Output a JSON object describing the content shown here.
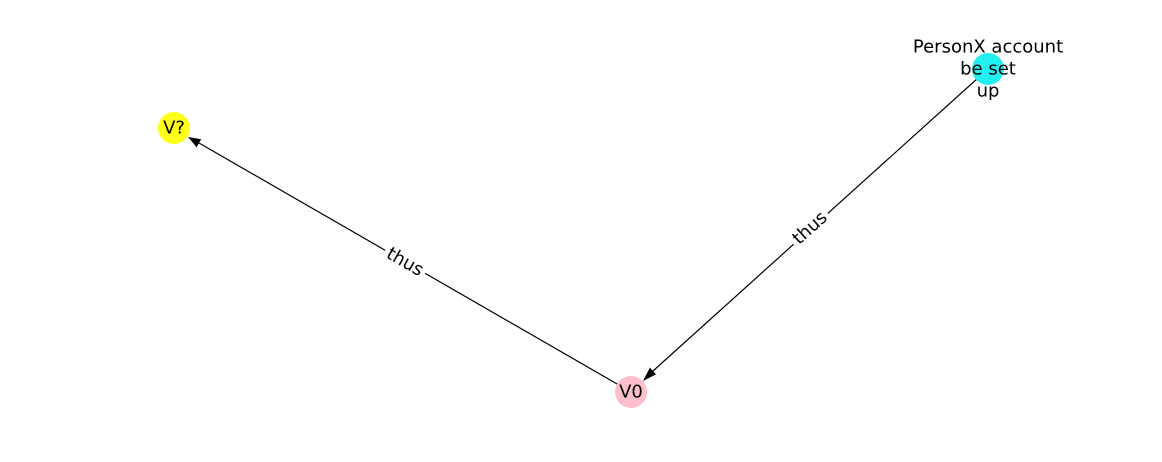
{
  "nodes": {
    "personx": {
      "lines": [
        "PersonX account",
        "be set",
        "up"
      ],
      "color": "#22f0f0"
    },
    "v0": {
      "label": "V0",
      "color": "#ffc0cb"
    },
    "vq": {
      "label": "V?",
      "color": "#ffff1a"
    }
  },
  "edges": {
    "personx_to_v0": {
      "label": "thus"
    },
    "v0_to_vq": {
      "label": "thus"
    }
  },
  "style": {
    "edge_color": "#000000",
    "background": "#ffffff"
  }
}
